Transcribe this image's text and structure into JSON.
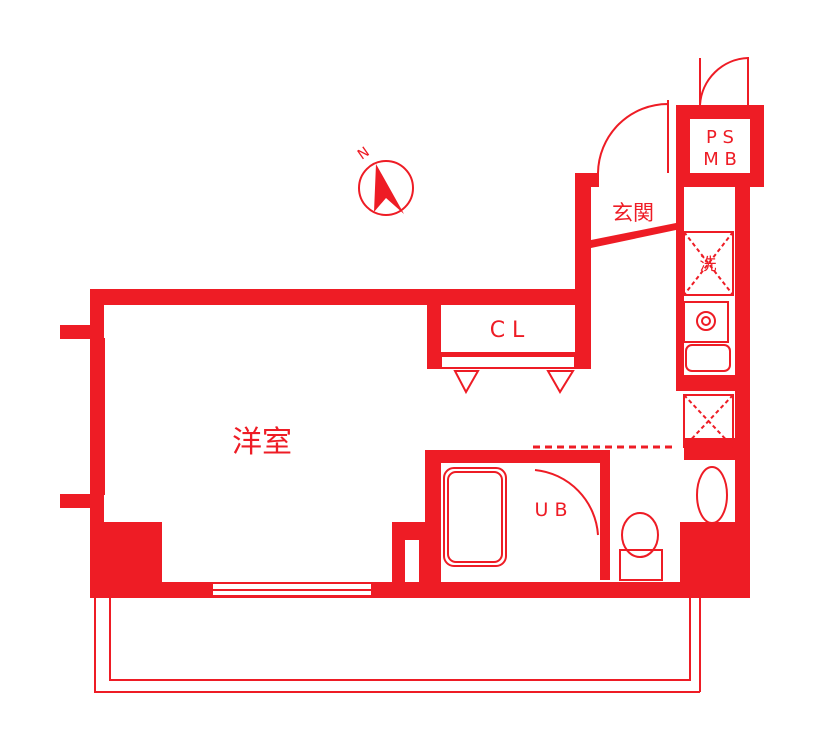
{
  "colors": {
    "wall": "#ee1c25",
    "background": "#ffffff"
  },
  "rooms": {
    "western_room": "洋室",
    "closet": "C L",
    "entrance": "玄関",
    "unit_bath": "U B",
    "ps": "P S",
    "mb": "M B",
    "washer": "洗"
  },
  "compass": {
    "north_label": "N"
  },
  "icons": [
    "compass-icon",
    "stove-icon",
    "sink-icon",
    "bathtub-icon",
    "toilet-icon",
    "washbasin-icon",
    "door-swing-icon"
  ]
}
